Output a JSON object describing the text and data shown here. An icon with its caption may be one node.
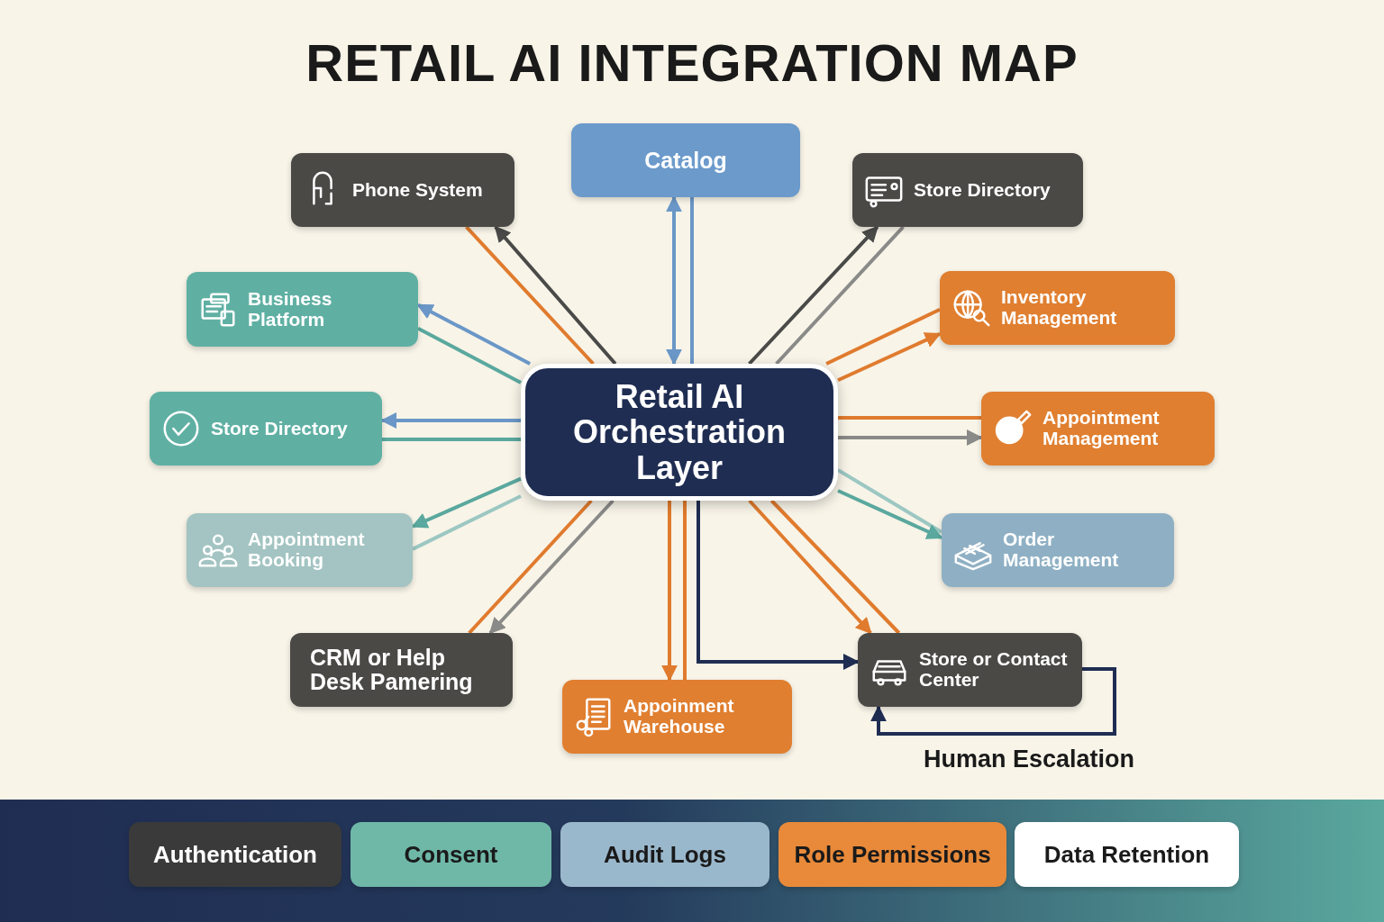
{
  "diagram": {
    "title": "RETAIL AI INTEGRATION MAP",
    "nodes": [
      {
        "text": [
          "Phone System"
        ]
      },
      {
        "text": [
          "Catalog"
        ]
      },
      {
        "text": [
          "Store Directory"
        ]
      },
      {
        "text": [
          "Business Platform"
        ]
      },
      {
        "text": [
          "Inventory Management"
        ]
      },
      {
        "text": [
          "Store Directory"
        ]
      },
      {
        "text": [
          "Retail AI Orchestration Layer"
        ]
      },
      {
        "text": [
          "Appointment Management"
        ]
      },
      {
        "text": [
          "Appointment Booking"
        ]
      },
      {
        "text": [
          "Order Management"
        ]
      },
      {
        "text": [
          "CRM or Help Desk Pamering"
        ]
      },
      {
        "text": [
          "Store or Contact Center"
        ]
      },
      {
        "text": [
          "Appoinment Warehouse"
        ]
      },
      {
        "text": [
          "Authentication"
        ]
      },
      {
        "text": [
          "Consent"
        ]
      },
      {
        "text": [
          "Audit Logs"
        ]
      },
      {
        "text": [
          "Role Permissions"
        ]
      },
      {
        "text": [
          "Data Retention"
        ]
      }
    ],
    "edges": [
      {
        "from": 0,
        "to": 6,
        "arrow": "none",
        "color": "#e07b2e"
      },
      {
        "from": 6,
        "to": 0,
        "arrow": "to",
        "color": "#4a4a48"
      },
      {
        "from": 1,
        "to": 6,
        "arrow": "both",
        "color": "#6a97c7"
      },
      {
        "from": 1,
        "to": 6,
        "arrow": "none",
        "color": "#6a97c7"
      },
      {
        "from": 6,
        "to": 2,
        "arrow": "to",
        "color": "#4a4a48"
      },
      {
        "from": 2,
        "to": 6,
        "arrow": "none",
        "color": "#8a8a88"
      },
      {
        "from": 6,
        "to": 3,
        "arrow": "to",
        "color": "#6a97c7"
      },
      {
        "from": 3,
        "to": 6,
        "arrow": "none",
        "color": "#5aa89e"
      },
      {
        "from": 4,
        "to": 6,
        "arrow": "none",
        "color": "#e07b2e"
      },
      {
        "from": 6,
        "to": 4,
        "arrow": "to",
        "color": "#e07b2e"
      },
      {
        "from": 6,
        "to": 5,
        "arrow": "to",
        "color": "#6a97c7"
      },
      {
        "from": 5,
        "to": 6,
        "arrow": "none",
        "color": "#5aa89e"
      },
      {
        "from": 7,
        "to": 6,
        "arrow": "none",
        "color": "#e07b2e"
      },
      {
        "from": 6,
        "to": 7,
        "arrow": "to",
        "color": "#8a8a88"
      },
      {
        "from": 6,
        "to": 8,
        "arrow": "to",
        "color": "#5aa89e"
      },
      {
        "from": 8,
        "to": 6,
        "arrow": "none",
        "color": "#9cc7c2"
      },
      {
        "from": 9,
        "to": 6,
        "arrow": "none",
        "color": "#9cc7c2"
      },
      {
        "from": 6,
        "to": 9,
        "arrow": "to",
        "color": "#5aa89e"
      },
      {
        "from": 10,
        "to": 6,
        "arrow": "none",
        "color": "#e07b2e"
      },
      {
        "from": 6,
        "to": 10,
        "arrow": "to",
        "color": "#8a8a88"
      },
      {
        "from": 6,
        "to": 12,
        "arrow": "to",
        "color": "#e07b2e"
      },
      {
        "from": 12,
        "to": 6,
        "arrow": "none",
        "color": "#e07b2e"
      },
      {
        "from": 6,
        "to": 11,
        "arrow": "to",
        "color": "#e07b2e"
      },
      {
        "from": 11,
        "to": 6,
        "arrow": "none",
        "color": "#e07b2e"
      },
      {
        "from": 6,
        "to": 11,
        "arrow": "to",
        "color": "#1f2d52"
      },
      {
        "from": 11,
        "to": 11,
        "arrow": "to",
        "color": "#1f2d52",
        "label": "Human Escalation"
      }
    ]
  }
}
